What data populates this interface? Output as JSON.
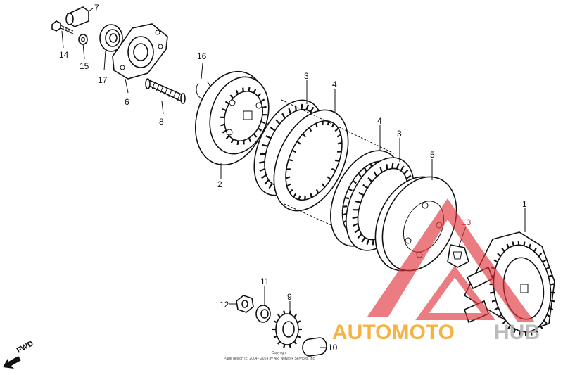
{
  "callouts": {
    "p1": "1",
    "p2": "2",
    "p3a": "3",
    "p3b": "3",
    "p4a": "4",
    "p4b": "4",
    "p5": "5",
    "p6": "6",
    "p7": "7",
    "p8": "8",
    "p9": "9",
    "p10": "10",
    "p11": "11",
    "p12": "12",
    "p13": "13",
    "p14": "14",
    "p15": "15",
    "p16": "16",
    "p17": "17"
  },
  "fwd_label": "FWD",
  "copyright": {
    "line1": "Copyright",
    "line2": "Page design (c) 2004 - 2014 by ARI Network Services, Inc."
  },
  "watermark": {
    "text_a": "AUTOMOTO",
    "text_b": "HUB",
    "colors": {
      "red": "#e0333a",
      "orange": "#f5a623"
    }
  }
}
